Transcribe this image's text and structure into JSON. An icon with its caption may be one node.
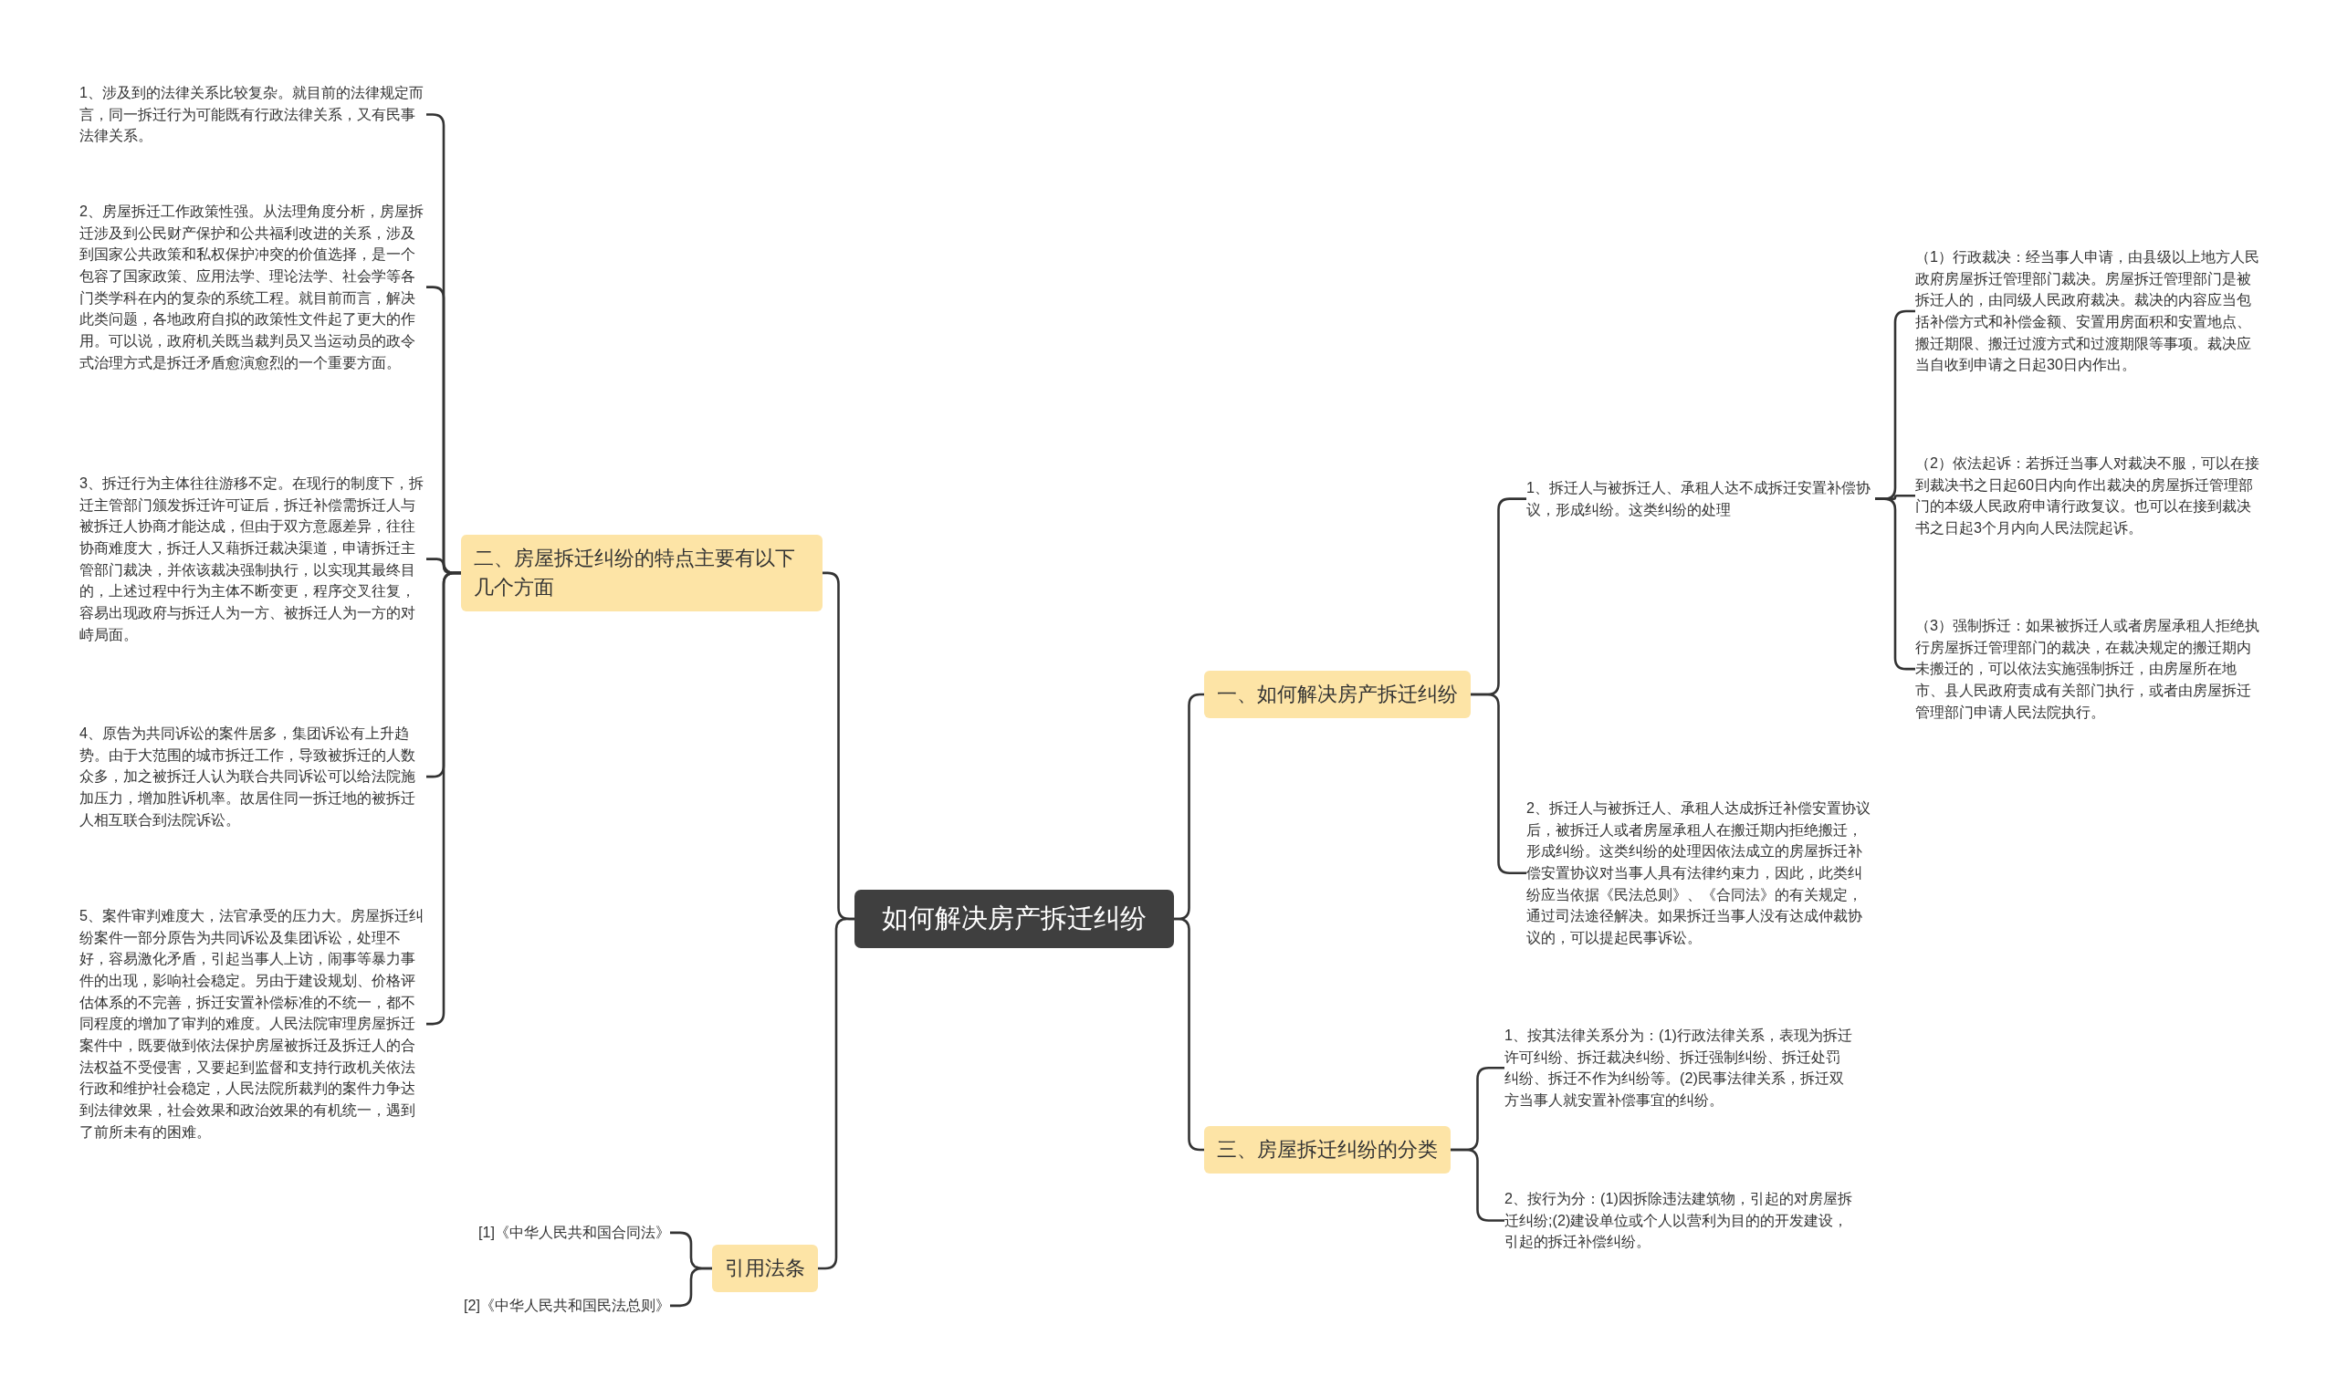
{
  "diagram": {
    "nodes": [
      {
        "text": [
          "如何解决房产拆迁纠纷"
        ]
      },
      {
        "text": [
          "一、如何解决房产拆迁纠纷"
        ]
      },
      {
        "text": [
          "1、拆迁人与被拆迁人、承租人达不成拆迁安置补偿协议，形成纠纷。这类纠纷的处理"
        ]
      },
      {
        "text": [
          "（1）行政裁决：经当事人申请，由县级以上地方人民政府房屋拆迁管理部门裁决。房屋拆迁管理部门是被拆迁人的，由同级人民政府裁决。裁决的内容应当包括补偿方式和补偿金额、安置用房面积和安置地点、搬迁期限、搬迁过渡方式和过渡期限等事项。裁决应当自收到申请之日起30日内作出。"
        ]
      },
      {
        "text": [
          "（2）依法起诉：若拆迁当事人对裁决不服，可以在接到裁决书之日起60日内向作出裁决的房屋拆迁管理部门的本级人民政府申请行政复议。也可以在接到裁决书之日起3个月内向人民法院起诉。"
        ]
      },
      {
        "text": [
          "（3）强制拆迁：如果被拆迁人或者房屋承租人拒绝执行房屋拆迁管理部门的裁决，在裁决规定的搬迁期内未搬迁的，可以依法实施强制拆迁，由房屋所在地市、县人民政府责成有关部门执行，或者由房屋拆迁管理部门申请人民法院执行。"
        ]
      },
      {
        "text": [
          "2、拆迁人与被拆迁人、承租人达成拆迁补偿安置协议后，被拆迁人或者房屋承租人在搬迁期内拒绝搬迁，形成纠纷。这类纠纷的处理因依法成立的房屋拆迁补偿安置协议对当事人具有法律约束力，因此，此类纠纷应当依据《民法总则》、《合同法》的有关规定，通过司法途径解决。如果拆迁当事人没有达成仲裁协议的，可以提起民事诉讼。"
        ]
      },
      {
        "text": [
          "三、房屋拆迁纠纷的分类"
        ]
      },
      {
        "text": [
          "1、按其法律关系分为：(1)行政法律关系，表现为拆迁许可纠纷、拆迁裁决纠纷、拆迁强制纠纷、拆迁处罚纠纷、拆迁不作为纠纷等。(2)民事法律关系，拆迁双方当事人就安置补偿事宜的纠纷。"
        ]
      },
      {
        "text": [
          "2、按行为分：(1)因拆除违法建筑物，引起的对房屋拆迁纠纷;(2)建设单位或个人以营利为目的的开发建设，引起的拆迁补偿纠纷。"
        ]
      },
      {
        "text": [
          "二、房屋拆迁纠纷的特点主要有以下几个方面"
        ]
      },
      {
        "text": [
          "1、涉及到的法律关系比较复杂。就目前的法律规定而言，同一拆迁行为可能既有行政法律关系，又有民事法律关系。"
        ]
      },
      {
        "text": [
          "2、房屋拆迁工作政策性强。从法理角度分析，房屋拆迁涉及到公民财产保护和公共福利改进的关系，涉及到国家公共政策和私权保护冲突的价值选择，是一个包容了国家政策、应用法学、理论法学、社会学等各门类学科在内的复杂的系统工程。就目前而言，解决此类问题，各地政府自拟的政策性文件起了更大的作用。可以说，政府机关既当裁判员又当运动员的政令式治理方式是拆迁矛盾愈演愈烈的一个重要方面。"
        ]
      },
      {
        "text": [
          "3、拆迁行为主体往往游移不定。在现行的制度下，拆迁主管部门颁发拆迁许可证后，拆迁补偿需拆迁人与被拆迁人协商才能达成，但由于双方意愿差异，往往协商难度大，拆迁人又藉拆迁裁决渠道，申请拆迁主管部门裁决，并依该裁决强制执行，以实现其最终目的，上述过程中行为主体不断变更，程序交叉往复，容易出现政府与拆迁人为一方、被拆迁人为一方的对峙局面。"
        ]
      },
      {
        "text": [
          "4、原告为共同诉讼的案件居多，集团诉讼有上升趋势。由于大范围的城市拆迁工作，导致被拆迁的人数众多，加之被拆迁人认为联合共同诉讼可以给法院施加压力，增加胜诉机率。故居住同一拆迁地的被拆迁人相互联合到法院诉讼。"
        ]
      },
      {
        "text": [
          "5、案件审判难度大，法官承受的压力大。房屋拆迁纠纷案件一部分原告为共同诉讼及集团诉讼，处理不好，容易激化矛盾，引起当事人上访，闹事等暴力事件的出现，影响社会稳定。另由于建设规划、价格评估体系的不完善，拆迁安置补偿标准的不统一，都不同程度的增加了审判的难度。人民法院审理房屋拆迁案件中，既要做到依法保护房屋被拆迁及拆迁人的合法权益不受侵害，又要起到监督和支持行政机关依法行政和维护社会稳定，人民法院所裁判的案件力争达到法律效果，社会效果和政治效果的有机统一，遇到了前所未有的困难。"
        ]
      },
      {
        "text": [
          "引用法条"
        ]
      },
      {
        "text": [
          "[1]《中华人民共和国合同法》"
        ]
      },
      {
        "text": [
          "[2]《中华人民共和国民法总则》"
        ]
      }
    ],
    "edges": [
      {
        "from": 0,
        "to": 1,
        "arrow": "none"
      },
      {
        "from": 1,
        "to": 2,
        "arrow": "none"
      },
      {
        "from": 2,
        "to": 3,
        "arrow": "none"
      },
      {
        "from": 2,
        "to": 4,
        "arrow": "none"
      },
      {
        "from": 2,
        "to": 5,
        "arrow": "none"
      },
      {
        "from": 1,
        "to": 6,
        "arrow": "none"
      },
      {
        "from": 0,
        "to": 7,
        "arrow": "none"
      },
      {
        "from": 7,
        "to": 8,
        "arrow": "none"
      },
      {
        "from": 7,
        "to": 9,
        "arrow": "none"
      },
      {
        "from": 0,
        "to": 10,
        "arrow": "none"
      },
      {
        "from": 10,
        "to": 11,
        "arrow": "none"
      },
      {
        "from": 10,
        "to": 12,
        "arrow": "none"
      },
      {
        "from": 10,
        "to": 13,
        "arrow": "none"
      },
      {
        "from": 10,
        "to": 14,
        "arrow": "none"
      },
      {
        "from": 10,
        "to": 15,
        "arrow": "none"
      },
      {
        "from": 0,
        "to": 16,
        "arrow": "none"
      },
      {
        "from": 16,
        "to": 17,
        "arrow": "none"
      },
      {
        "from": 16,
        "to": 18,
        "arrow": "none"
      }
    ]
  }
}
